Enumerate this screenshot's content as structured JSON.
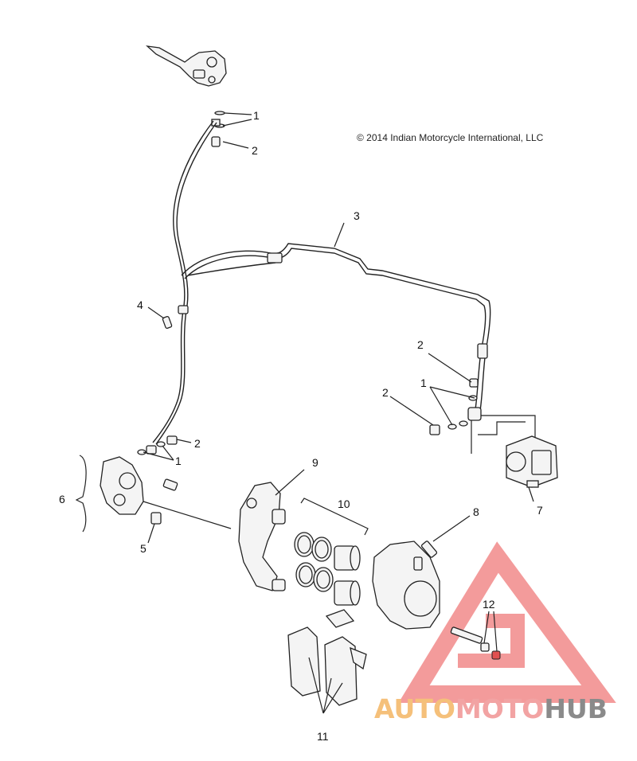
{
  "copyright": "© 2014 Indian Motorcycle International, LLC",
  "callouts": {
    "c1a": "1",
    "c2a": "2",
    "c3": "3",
    "c4": "4",
    "c2b": "2",
    "c1b": "1",
    "c2c": "2",
    "c2d": "2",
    "c1c": "1",
    "c5": "5",
    "c6": "6",
    "c7": "7",
    "c8": "8",
    "c9": "9",
    "c10": "10",
    "c11": "11",
    "c12": "12"
  },
  "watermark": {
    "auto": "AUTO",
    "moto": "MOTO",
    "hub": "HUB",
    "colors": {
      "auto": "#f5c07a",
      "moto": "#f2a3a3",
      "hub": "#8a8a8a",
      "triangle": "#f07a7a"
    }
  }
}
